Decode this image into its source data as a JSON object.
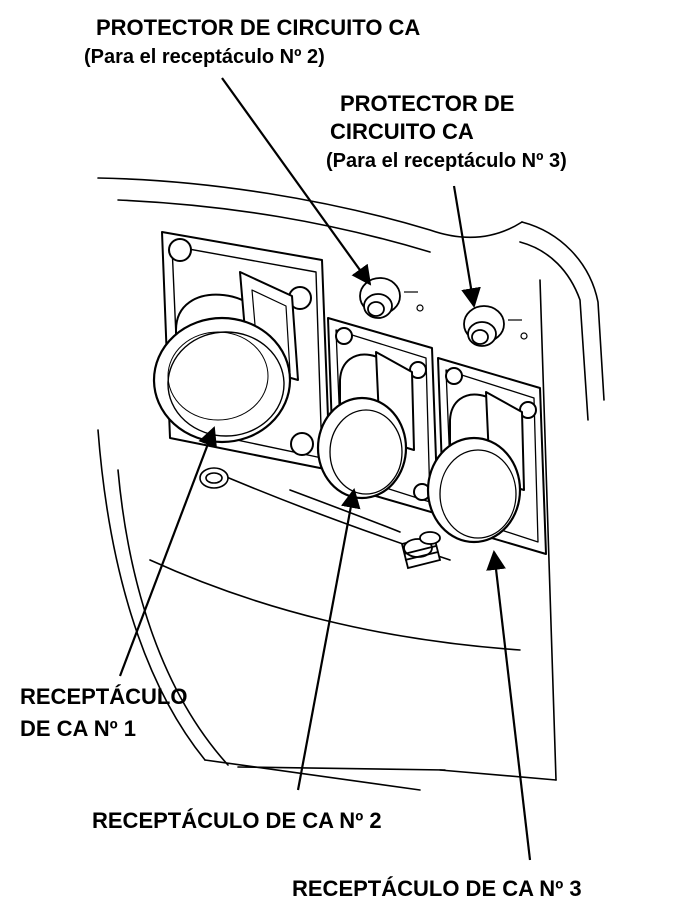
{
  "labels": {
    "protector_2": {
      "line1": "PROTECTOR DE CIRCUITO CA",
      "line2": "(Para el receptáculo Nº 2)"
    },
    "protector_3": {
      "line1": "PROTECTOR DE",
      "line2": "CIRCUITO CA",
      "line3": "(Para el receptáculo Nº 3)"
    },
    "receptacle_1": {
      "line1": "RECEPTÁCULO",
      "line2": "DE CA Nº 1"
    },
    "receptacle_2": "RECEPTÁCULO DE CA Nº 2",
    "receptacle_3": "RECEPTÁCULO DE CA Nº 3"
  }
}
